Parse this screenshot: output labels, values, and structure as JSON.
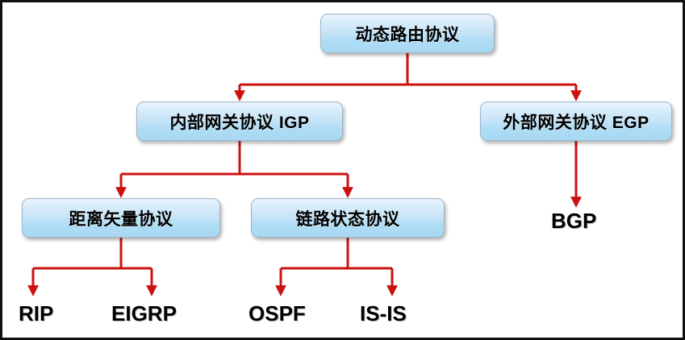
{
  "diagram": {
    "title": "动态路由协议",
    "accent_line_color": "#CC1111",
    "node_fill_color": "#bfe3f7",
    "node_border_color": "#9fb4c4",
    "border_color": "#111111",
    "background_color": "#ffffff",
    "nodes": {
      "root": {
        "label": "动态路由协议"
      },
      "igp": {
        "label": "内部网关协议 IGP"
      },
      "egp": {
        "label": "外部网关协议 EGP"
      },
      "distance_vector": {
        "label": "距离矢量协议"
      },
      "link_state": {
        "label": "链路状态协议"
      }
    },
    "leaves": {
      "bgp": {
        "label": "BGP"
      },
      "rip": {
        "label": "RIP"
      },
      "eigrp": {
        "label": "EIGRP"
      },
      "ospf": {
        "label": "OSPF"
      },
      "isis": {
        "label": "IS-IS"
      }
    }
  }
}
